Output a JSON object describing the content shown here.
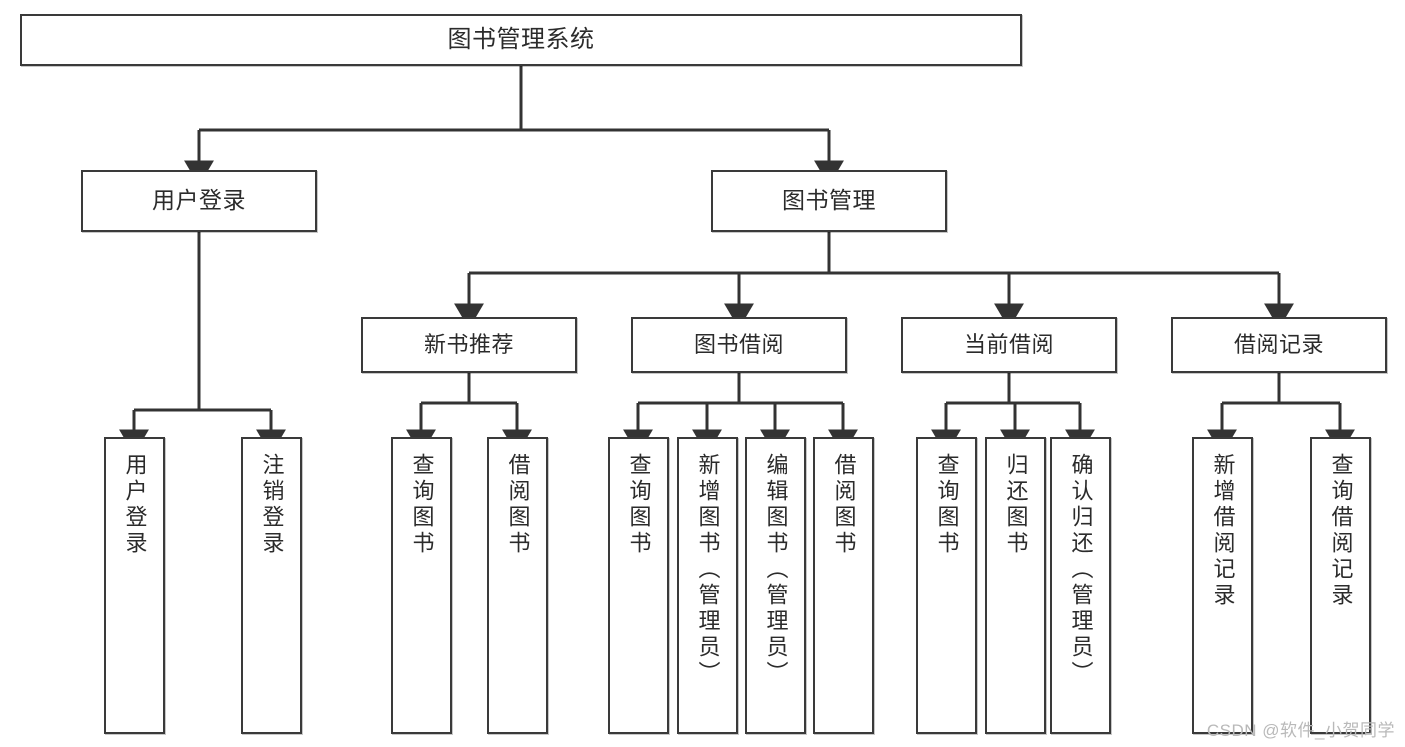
{
  "diagram": {
    "title": "图书管理系统",
    "type": "hierarchy-tree",
    "watermark": "CSDN @软件_小贺同学",
    "colors": {
      "box_border": "#3a3a3a",
      "box_fill": "#ffffff",
      "connector": "#333333",
      "text": "#2b2b2b",
      "watermark": "#b9b9b9"
    },
    "nodes": {
      "root": {
        "label": "图书管理系统"
      },
      "level1": [
        {
          "label": "用户登录"
        },
        {
          "label": "图书管理"
        }
      ],
      "level2": [
        {
          "label": "新书推荐"
        },
        {
          "label": "图书借阅"
        },
        {
          "label": "当前借阅"
        },
        {
          "label": "借阅记录"
        }
      ],
      "leaves_user_login": [
        {
          "label": "用户登录"
        },
        {
          "label": "注销登录"
        }
      ],
      "leaves_new_books": [
        {
          "label": "查询图书"
        },
        {
          "label": "借阅图书"
        }
      ],
      "leaves_borrow": [
        {
          "label": "查询图书"
        },
        {
          "label": "新增图书（管理员）"
        },
        {
          "label": "编辑图书（管理员）"
        },
        {
          "label": "借阅图书"
        }
      ],
      "leaves_current": [
        {
          "label": "查询图书"
        },
        {
          "label": "归还图书"
        },
        {
          "label": "确认归还（管理员）"
        }
      ],
      "leaves_records": [
        {
          "label": "新增借阅记录"
        },
        {
          "label": "查询借阅记录"
        }
      ]
    }
  }
}
